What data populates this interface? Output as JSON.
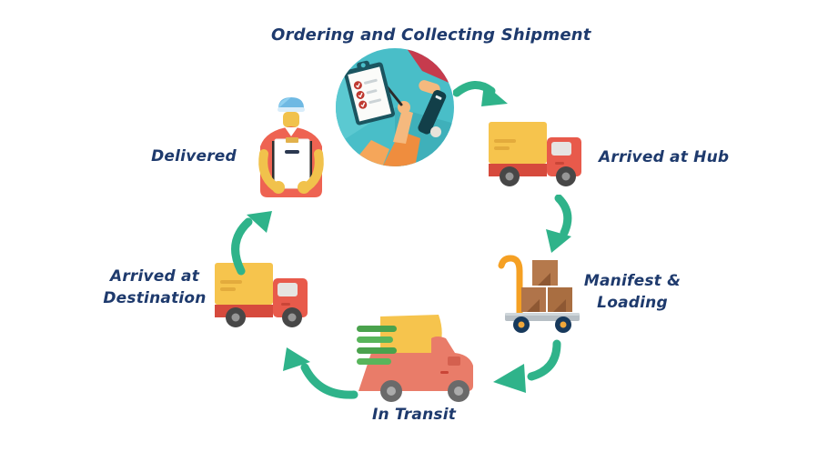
{
  "title": "Ordering and Collecting Shipment",
  "stages": [
    {
      "name": "ordering-and-collecting",
      "label": "Ordering and Collecting Shipment",
      "icon": "clipboard-checklist-scene-icon"
    },
    {
      "name": "arrived-at-hub",
      "label": "Arrived at Hub",
      "icon": "box-truck-icon"
    },
    {
      "name": "manifest-and-loading",
      "label": "Manifest &",
      "label2": "Loading",
      "icon": "hand-truck-boxes-icon"
    },
    {
      "name": "in-transit",
      "label": "In Transit",
      "icon": "speeding-van-icon"
    },
    {
      "name": "arrived-at-destination",
      "label": "Arrived at",
      "label2": "Destination",
      "icon": "box-truck-icon"
    },
    {
      "name": "delivered",
      "label": "Delivered",
      "icon": "courier-with-package-icon"
    }
  ],
  "flow_order": [
    "ordering-and-collecting",
    "arrived-at-hub",
    "manifest-and-loading",
    "in-transit",
    "arrived-at-destination",
    "delivered"
  ],
  "colors": {
    "background": "#ffffff",
    "label_text": "#1e3a6d",
    "arrow_green": "#2fb38a",
    "truck_yellow": "#f6c44d",
    "truck_yellow_dark": "#e3ab3c",
    "truck_red": "#e85a4b",
    "truck_red_dark": "#d64a3d",
    "window_gray": "#e6e4e1",
    "wheel_gray": "#474747",
    "box_brown": "#b0764a",
    "box_brown_dark": "#8e5833",
    "trolley_orange": "#f5a023",
    "trolley_navy": "#17395c",
    "person_shirt": "#ee6352",
    "person_skin": "#f1c24c",
    "cap_blue": "#6fb9e3",
    "circle_teal": "#49bec8",
    "clipboard_teal": "#1b5560",
    "check_red": "#bf3a31"
  }
}
